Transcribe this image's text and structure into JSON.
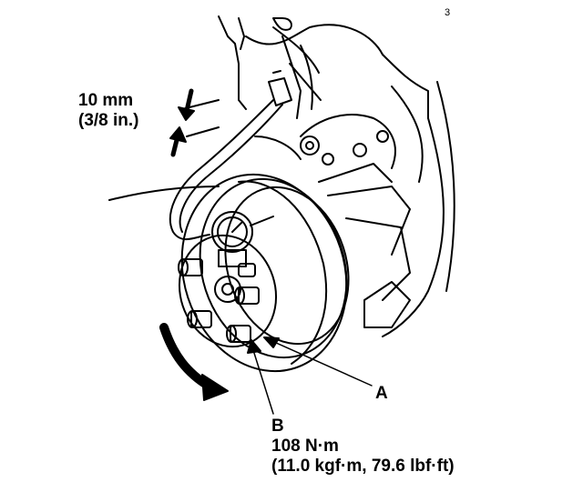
{
  "page_mark": "3",
  "offset_spec": {
    "metric": "10 mm",
    "imperial": "(3/8 in.)"
  },
  "callouts": {
    "a": {
      "letter": "A"
    },
    "b": {
      "letter": "B",
      "torque_nm": "108 N·m",
      "torque_other": "(11.0 kgf·m, 79.6 lbf·ft)"
    }
  },
  "colors": {
    "ink": "#000000",
    "paper": "#ffffff"
  }
}
